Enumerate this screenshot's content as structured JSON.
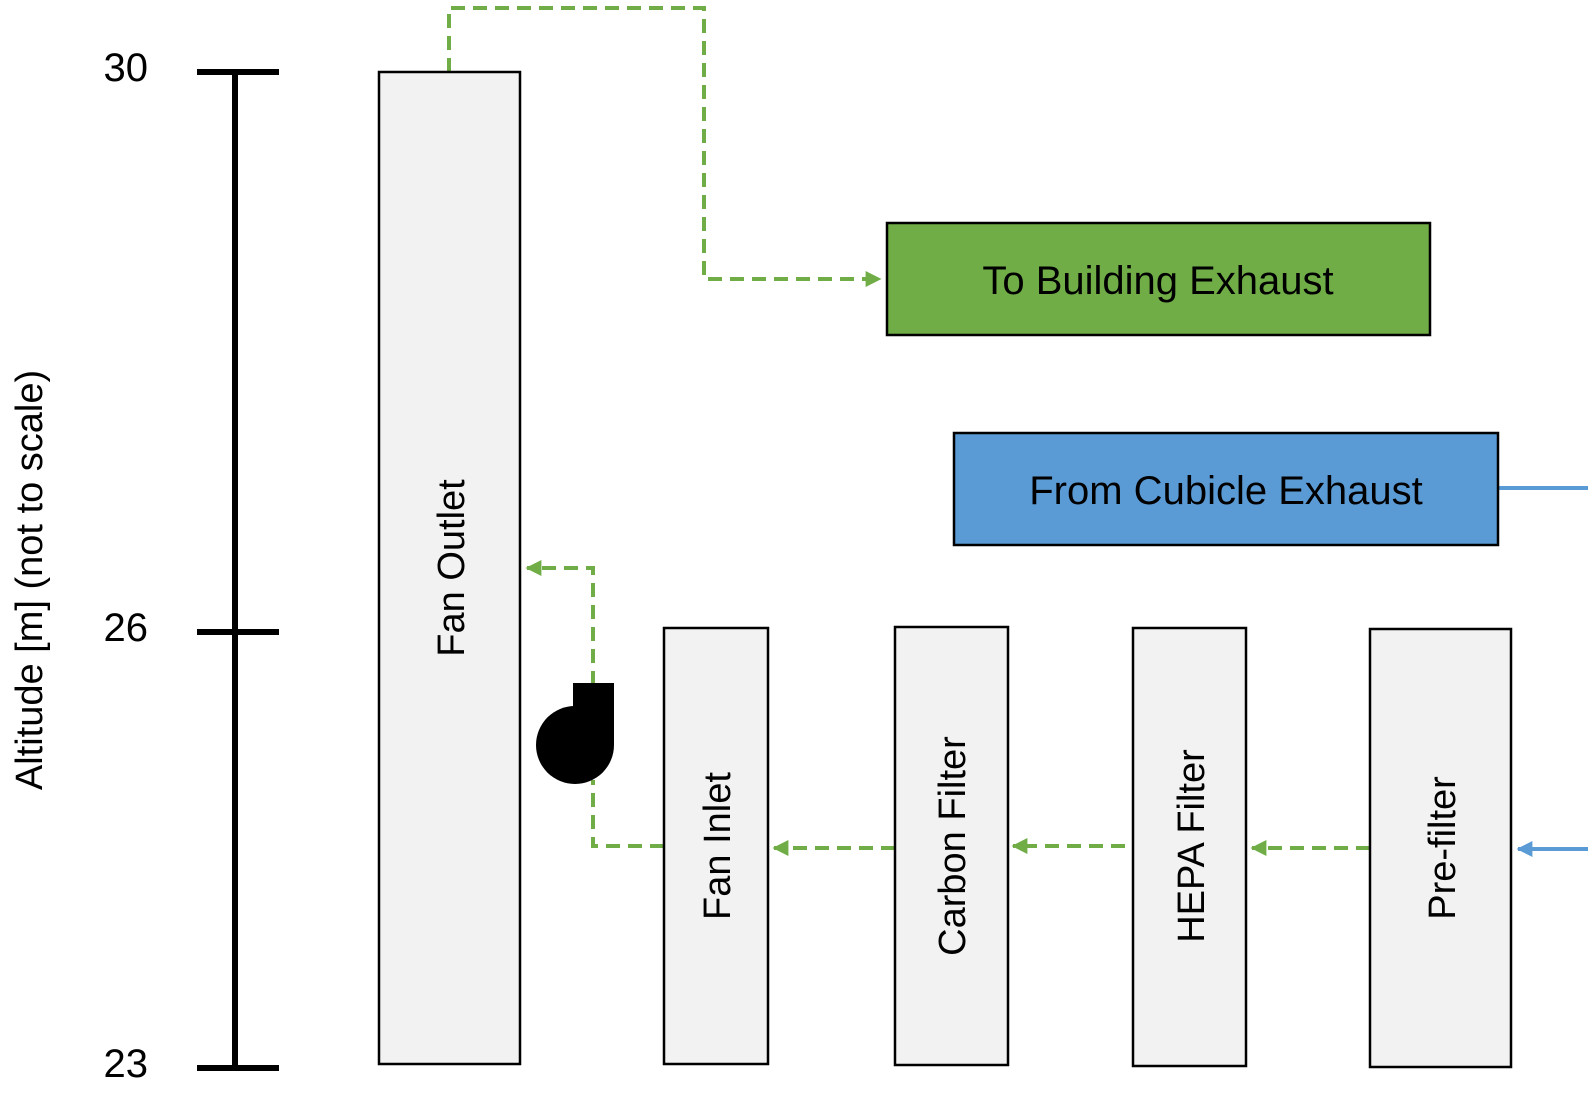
{
  "axis": {
    "label": "Altitude [m] (not to scale)",
    "ticks": [
      "30",
      "26",
      "23"
    ]
  },
  "boxes": {
    "fan_outlet": "Fan Outlet",
    "fan_inlet": "Fan Inlet",
    "carbon_filter": "Carbon Filter",
    "hepa_filter": "HEPA Filter",
    "pre_filter": "Pre-filter",
    "to_building_exhaust": "To Building Exhaust",
    "from_cubicle_exhaust": "From Cubicle Exhaust"
  },
  "icons": {
    "fan": "fan-blower-icon"
  },
  "colors": {
    "green_box": "#70AD47",
    "blue_box": "#5B9BD5",
    "gray_box": "#F2F2F2",
    "green_flow": "#70AD47",
    "blue_flow": "#5B9BD5"
  }
}
